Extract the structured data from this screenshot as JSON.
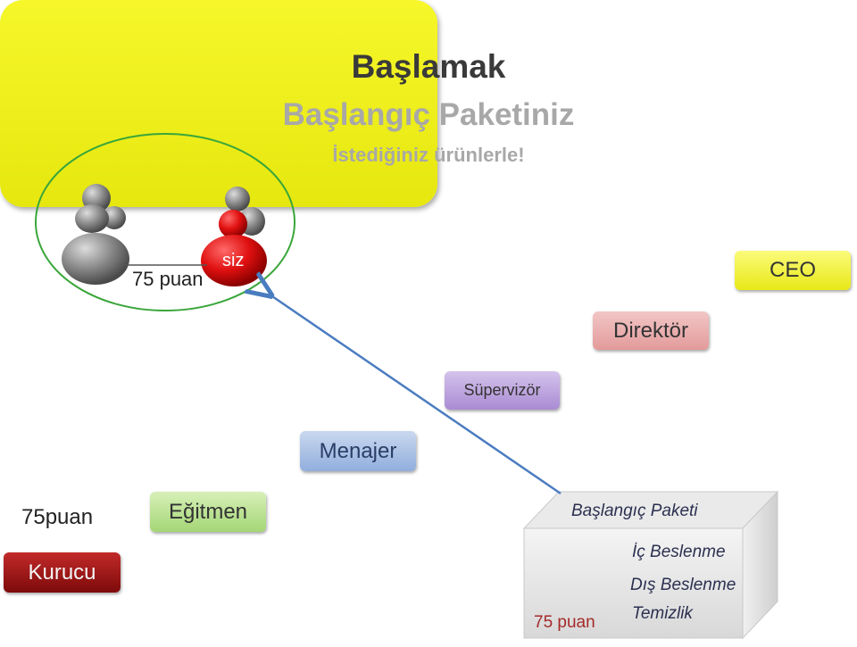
{
  "header": {
    "title": "Başlamak",
    "subtitle": "Başlangıç Paketiniz",
    "tagline": "İstediğiniz ürünlerle!",
    "color": "#f0f11e"
  },
  "circle": {
    "you_label": "siz",
    "points": "75 puan"
  },
  "ranks": {
    "ceo": "CEO",
    "director": "Direktör",
    "supervisor": "Süpervizör",
    "manager": "Menajer",
    "trainer": "Eğitmen",
    "founder": "Kurucu"
  },
  "founder_points": "75puan",
  "starter_box": {
    "title": "Başlangıç Paketi",
    "items": [
      "İç Beslenme",
      "Dış Beslenme",
      "Temizlik"
    ],
    "points": "75 puan"
  },
  "colors": {
    "ceo": "#f0f11e",
    "director": "#e8a8a8",
    "supervisor": "#b79be0",
    "manager": "#a6bfe6",
    "trainer": "#b4e08a",
    "founder": "#9e1313",
    "you_figure": "#e01010",
    "arrow": "#4a7cc0"
  }
}
